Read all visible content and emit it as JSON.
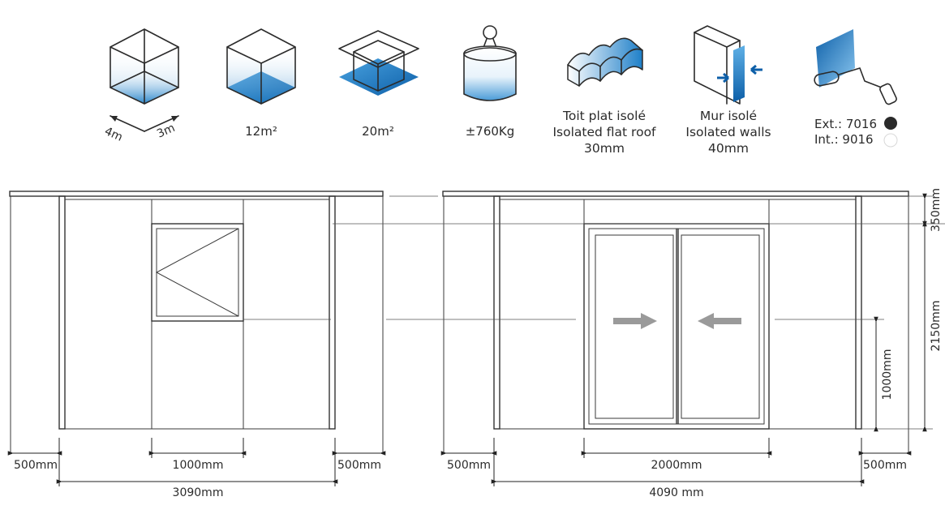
{
  "features": {
    "dimensions_icon": {
      "label_width": "4m",
      "label_depth": "3m",
      "icon": "cube-floor-icon"
    },
    "floor_area": {
      "label": "12m²",
      "icon": "cube-filled-floor-icon"
    },
    "covered_area": {
      "label": "20m²",
      "icon": "roof-overhang-icon"
    },
    "weight": {
      "label": "±760Kg",
      "icon": "weight-icon"
    },
    "roof": {
      "line1": "Toit plat isolé",
      "line2": "Isolated flat roof",
      "line3": "30mm",
      "icon": "insulated-roof-icon"
    },
    "walls": {
      "line1": "Mur isolé",
      "line2": "Isolated walls",
      "line3": "40mm",
      "icon": "insulated-wall-icon"
    },
    "paint": {
      "ext_label": "Ext.: 7016",
      "int_label": "Int.: 9016",
      "ext_color": "#2a2a2a",
      "int_color": "#ffffff",
      "icon": "paint-roller-icon"
    }
  },
  "accent_color": "#1e7fc8",
  "drawing": {
    "left_elevation": {
      "dim_overhang_left": "500mm",
      "dim_window": "1000mm",
      "dim_overhang_right": "500mm",
      "dim_total": "3090mm"
    },
    "right_elevation": {
      "dim_overhang_left": "500mm",
      "dim_door": "2000mm",
      "dim_overhang_right": "500mm",
      "dim_total": "4090 mm",
      "dim_roof": "350mm",
      "dim_height": "2150mm",
      "dim_door_arrow": "1000mm"
    }
  }
}
